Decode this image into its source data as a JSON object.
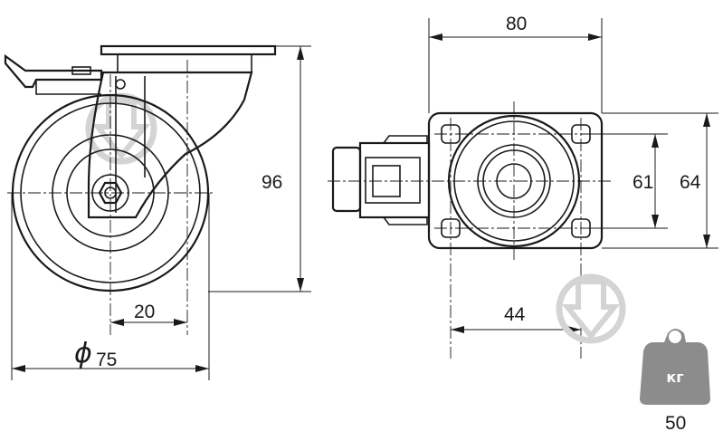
{
  "dimensions": {
    "height": "96",
    "offset": "20",
    "diameter_symbol": "ϕ",
    "diameter_value": "75",
    "plate_width": "80",
    "hole_spacing_x": "44",
    "hole_spacing_y": "61",
    "plate_height": "64"
  },
  "load_badge": {
    "unit": "кг",
    "value": "50"
  },
  "colors": {
    "line": "#1a1a1a",
    "watermark": "#d4d4d4",
    "badge": "#8c8c8c"
  },
  "icons": [
    "install-arrow-icon",
    "weight-icon"
  ]
}
